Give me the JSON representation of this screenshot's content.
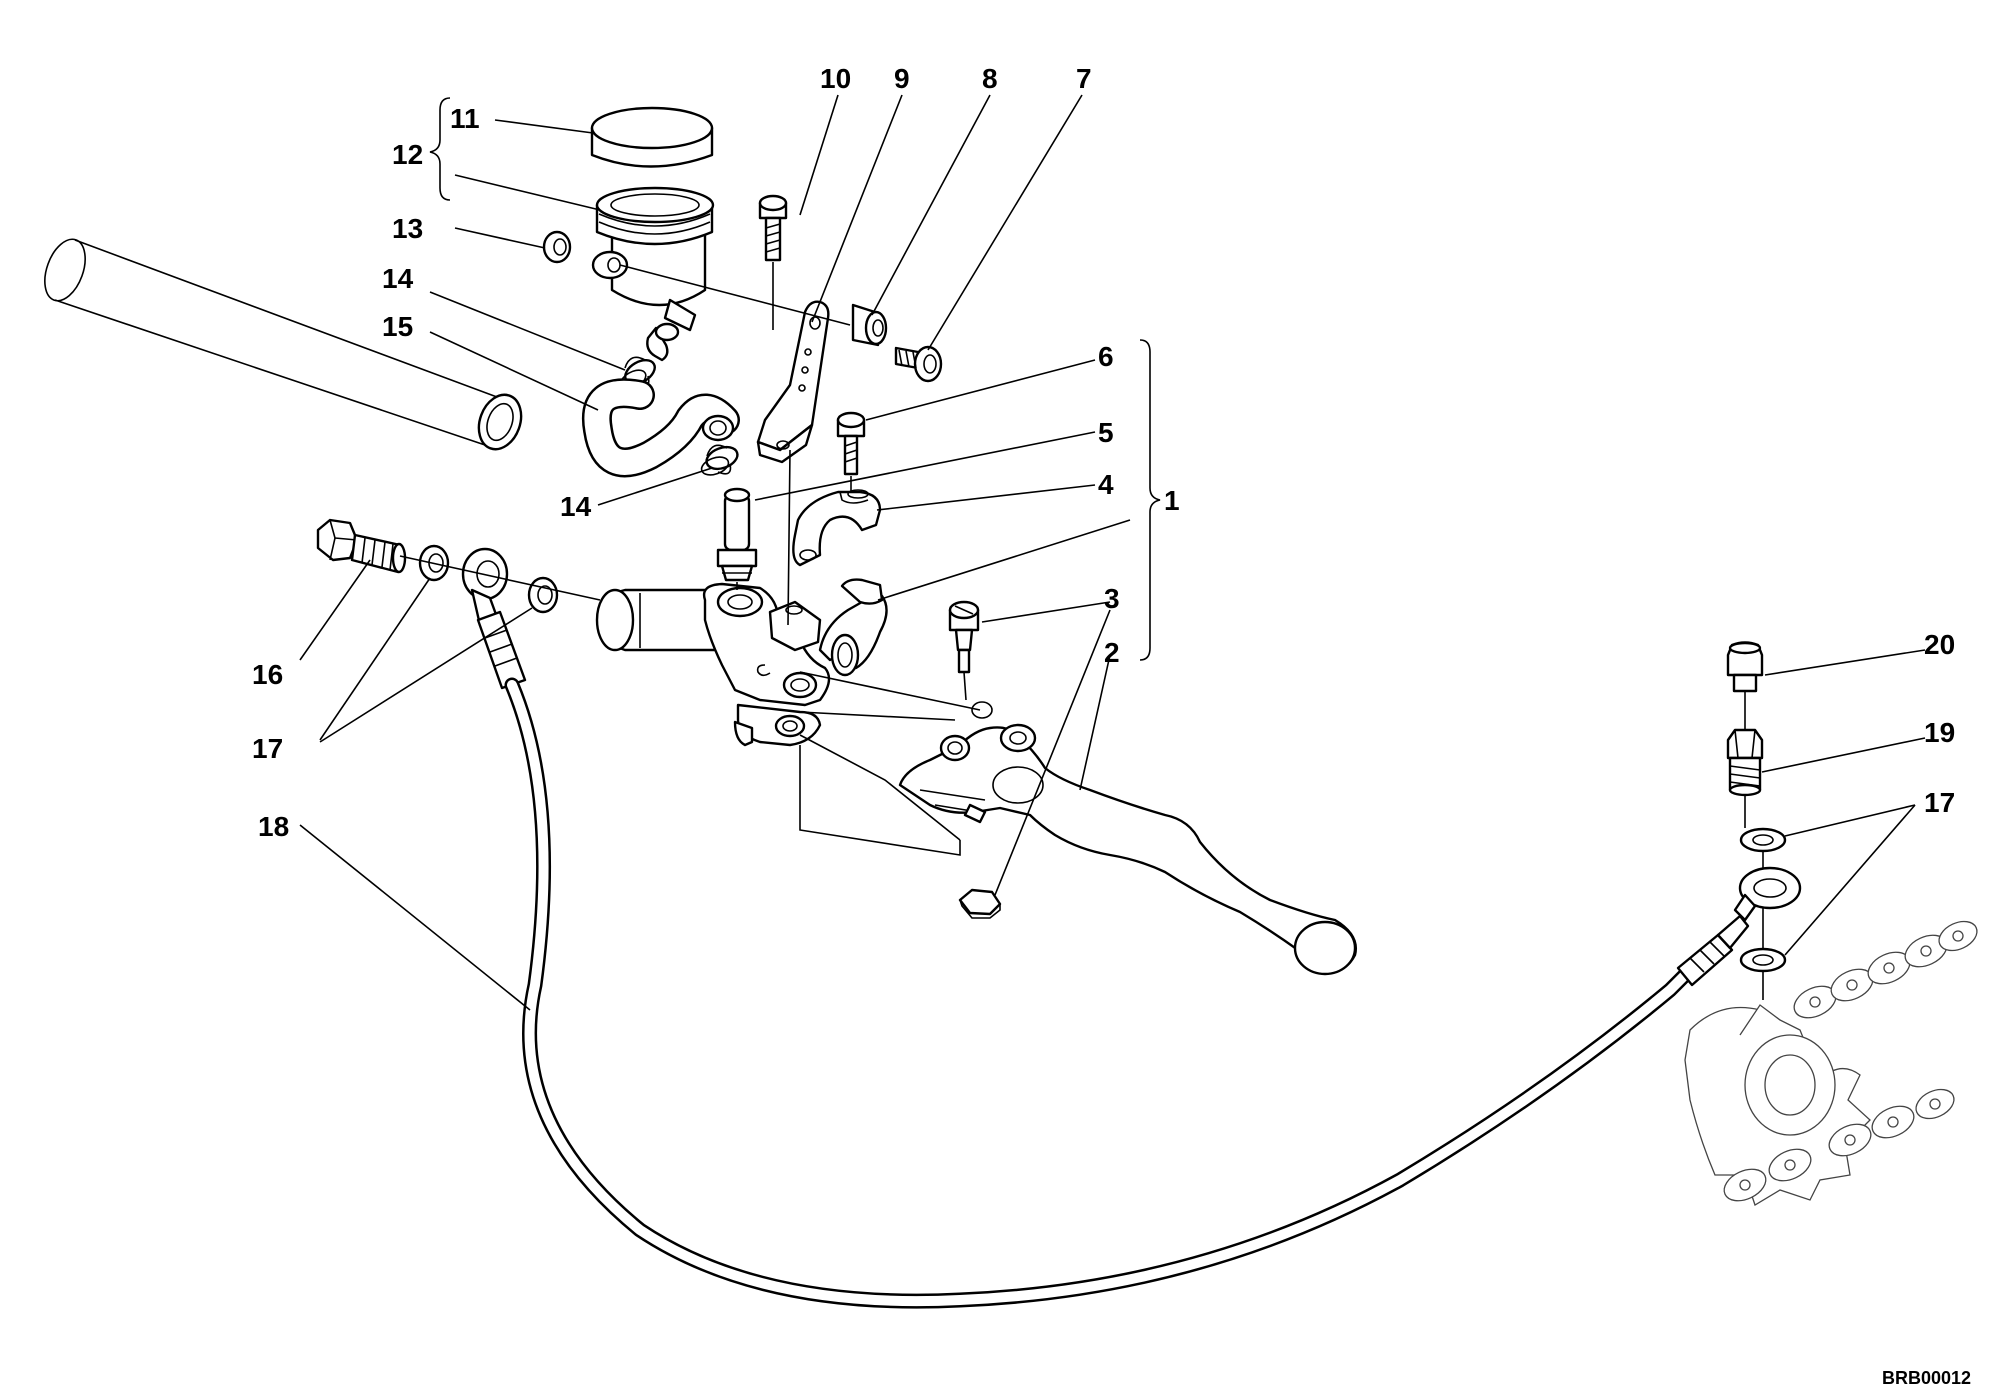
{
  "diagram": {
    "drawing_code": "BRB00012",
    "callouts": {
      "n1": "1",
      "n2": "2",
      "n3": "3",
      "n4": "4",
      "n5": "5",
      "n6": "6",
      "n7": "7",
      "n8": "8",
      "n9": "9",
      "n10": "10",
      "n11": "11",
      "n12": "12",
      "n13": "13",
      "n14a": "14",
      "n14b": "14",
      "n15": "15",
      "n16": "16",
      "n17a": "17",
      "n17b": "17",
      "n18": "18",
      "n19": "19",
      "n20": "20"
    }
  }
}
